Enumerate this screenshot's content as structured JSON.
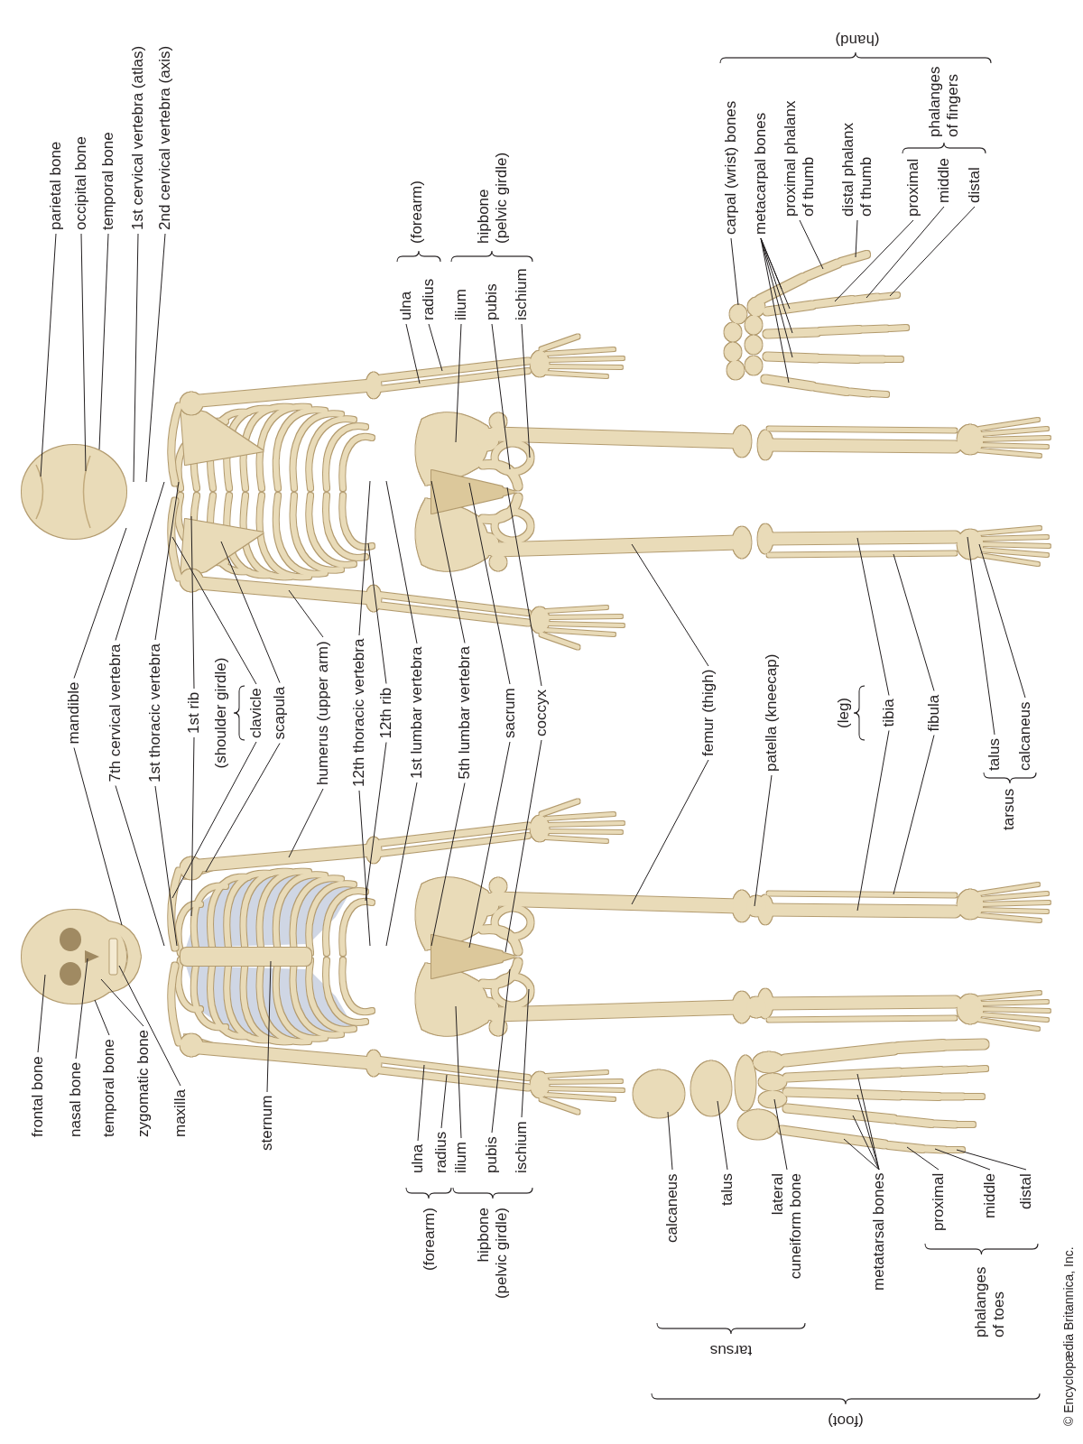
{
  "diagram": {
    "labels": [
      "frontal bone",
      "nasal bone",
      "temporal bone",
      "zygomatic bone",
      "maxilla",
      "sternum",
      "ulna",
      "radius",
      "(forearm)",
      "ilium",
      "pubis",
      "ischium",
      "hipbone (pelvic girdle)",
      "mandible",
      "7th cervical vertebra",
      "1st thoracic vertebra",
      "1st rib",
      "(shoulder girdle)",
      "clavicle",
      "scapula",
      "humerus (upper arm)",
      "12th thoracic vertebra",
      "12th rib",
      "1st lumbar vertebra",
      "5th lumbar vertebra",
      "sacrum",
      "coccyx",
      "femur (thigh)",
      "patella (kneecap)",
      "(leg)",
      "tibia",
      "fibula",
      "tarsus",
      "talus",
      "calcaneus",
      "parietal bone",
      "occipital bone",
      "temporal bone",
      "1st cervical vertebra (atlas)",
      "2nd cervical vertebra (axis)",
      "ulna",
      "radius",
      "(forearm)",
      "ilium",
      "pubis",
      "ischium",
      "hipbone (pelvic girdle)",
      "carpal (wrist) bones",
      "metacarpal bones",
      "proximal phalanx of thumb",
      "distal phalanx of thumb",
      "proximal",
      "middle",
      "distal",
      "phalanges of fingers",
      "(hand)",
      "calcaneus",
      "talus",
      "lateral cuneiform bone",
      "metatarsal bones",
      "proximal",
      "middle",
      "distal",
      "phalanges of toes",
      "tarsus",
      "(foot)",
      "© Encyclopædia Britannica, Inc."
    ]
  }
}
